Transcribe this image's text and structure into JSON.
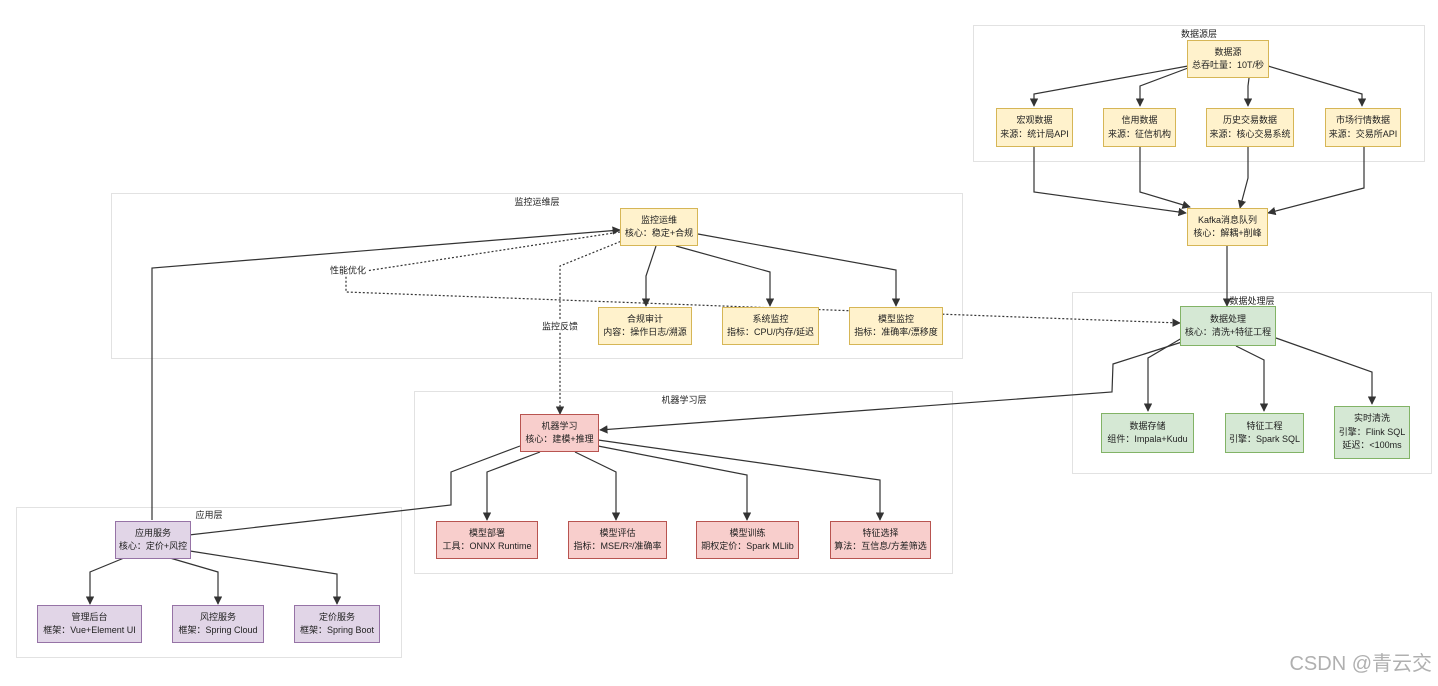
{
  "groups": {
    "datasource": "数据源层",
    "monitor": "监控运维层",
    "processing": "数据处理层",
    "ml": "机器学习层",
    "app": "应用层"
  },
  "nodes": {
    "datasource": {
      "title": "数据源",
      "sub": "总吞吐量：10T/秒"
    },
    "macro": {
      "title": "宏观数据",
      "sub": "来源：统计局API"
    },
    "credit": {
      "title": "信用数据",
      "sub": "来源：征信机构"
    },
    "history": {
      "title": "历史交易数据",
      "sub": "来源：核心交易系统"
    },
    "market": {
      "title": "市场行情数据",
      "sub": "来源：交易所API"
    },
    "kafka": {
      "title": "Kafka消息队列",
      "sub": "核心：解耦+削峰"
    },
    "processing": {
      "title": "数据处理",
      "sub": "核心：清洗+特征工程"
    },
    "storage": {
      "title": "数据存储",
      "sub": "组件：Impala+Kudu"
    },
    "feature_eng": {
      "title": "特征工程",
      "sub": "引擎：Spark SQL"
    },
    "realtime": {
      "title": "实时清洗",
      "sub": "引擎：Flink SQL",
      "sub2": "延迟：<100ms"
    },
    "monitor": {
      "title": "监控运维",
      "sub": "核心：稳定+合规"
    },
    "audit": {
      "title": "合规审计",
      "sub": "内容：操作日志/溯源"
    },
    "sysmon": {
      "title": "系统监控",
      "sub": "指标：CPU/内存/延迟"
    },
    "modelmon": {
      "title": "模型监控",
      "sub": "指标：准确率/漂移度"
    },
    "ml": {
      "title": "机器学习",
      "sub": "核心：建模+推理"
    },
    "deploy": {
      "title": "模型部署",
      "sub": "工具：ONNX Runtime"
    },
    "evaluate": {
      "title": "模型评估",
      "sub": "指标：MSE/R²/准确率"
    },
    "training": {
      "title": "模型训练",
      "sub": "期权定价：Spark MLlib"
    },
    "feature_sel": {
      "title": "特征选择",
      "sub": "算法：互信息/方差筛选"
    },
    "app": {
      "title": "应用服务",
      "sub": "核心：定价+风控"
    },
    "admin": {
      "title": "管理后台",
      "sub": "框架：Vue+Element UI"
    },
    "risk": {
      "title": "风控服务",
      "sub": "框架：Spring Cloud"
    },
    "pricing": {
      "title": "定价服务",
      "sub": "框架：Spring Boot"
    }
  },
  "edge_labels": {
    "perf": "性能优化",
    "feedback": "监控反馈"
  },
  "watermark": "CSDN @青云交",
  "colors": {
    "yellow_fill": "#fff2cc",
    "yellow_stroke": "#d6b656",
    "green_fill": "#d5e8d4",
    "green_stroke": "#82b366",
    "red_fill": "#f8cecc",
    "red_stroke": "#b85450",
    "purple_fill": "#e1d5e7",
    "purple_stroke": "#9673a6"
  }
}
